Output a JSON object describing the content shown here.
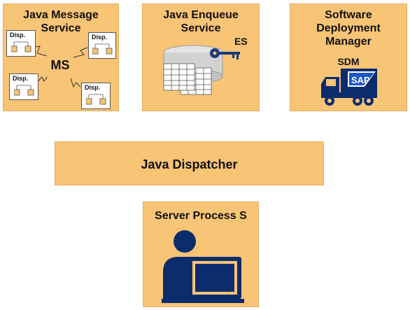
{
  "boxes": {
    "jms": {
      "title_line1": "Java Message",
      "title_line2": "Service",
      "center_label": "MS",
      "dispatcher_label": "Disp."
    },
    "enqueue": {
      "title_line1": "Java Enqueue",
      "title_line2": "Service",
      "abbr": "ES"
    },
    "sdm": {
      "title_line1": "Software",
      "title_line2": "Deployment",
      "title_line3": "Manager",
      "abbr": "SDM",
      "truck_logo_text": "SAP"
    },
    "dispatcher": {
      "title": "Java Dispatcher"
    },
    "server": {
      "title": "Server Process S"
    }
  },
  "colors": {
    "box_fill": "#f8c476",
    "box_border": "#e2ae62",
    "icon_navy": "#0b2c6d"
  }
}
